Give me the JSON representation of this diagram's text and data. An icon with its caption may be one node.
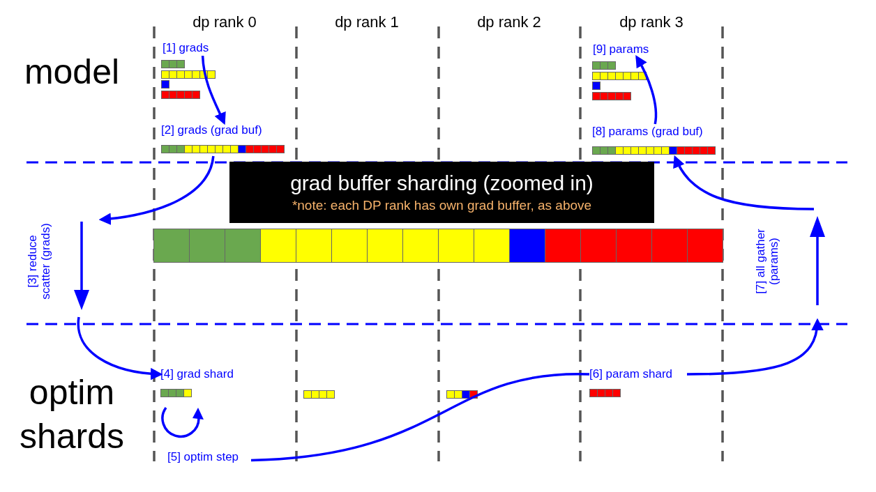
{
  "diagram": {
    "nodes": [
      {
        "text": [
          "[1] grads"
        ]
      },
      {
        "text": [
          "[2] grads (grad buf)"
        ]
      },
      {
        "text": [
          "grad buffer sharding (zoomed in)",
          "*note: each DP rank has own grad buffer, as above"
        ]
      },
      {
        "text": [
          "[3] reduce scatter (grads)"
        ]
      },
      {
        "text": [
          "[4] grad shard"
        ]
      },
      {
        "text": [
          "[5] optim step"
        ]
      },
      {
        "text": [
          "[6] param shard"
        ]
      },
      {
        "text": [
          "[7] all gather (params)"
        ]
      },
      {
        "text": [
          "[8] params (grad buf)"
        ]
      },
      {
        "text": [
          "[9] params"
        ]
      }
    ],
    "edges": [
      {
        "from": 0,
        "to": 1,
        "arrow": "to"
      },
      {
        "from": 1,
        "to": null,
        "arrow": "to"
      },
      {
        "from": null,
        "to": 4,
        "arrow": "to"
      },
      {
        "from": 5,
        "to": 6,
        "arrow": "none"
      },
      {
        "from": 6,
        "to": null,
        "arrow": "to"
      },
      {
        "from": null,
        "to": 8,
        "arrow": "to"
      },
      {
        "from": 8,
        "to": 9,
        "arrow": "to"
      }
    ],
    "labels": [
      "dp rank 0",
      "dp rank 1",
      "dp rank 2",
      "dp rank 3",
      "model",
      "optim shards"
    ]
  }
}
